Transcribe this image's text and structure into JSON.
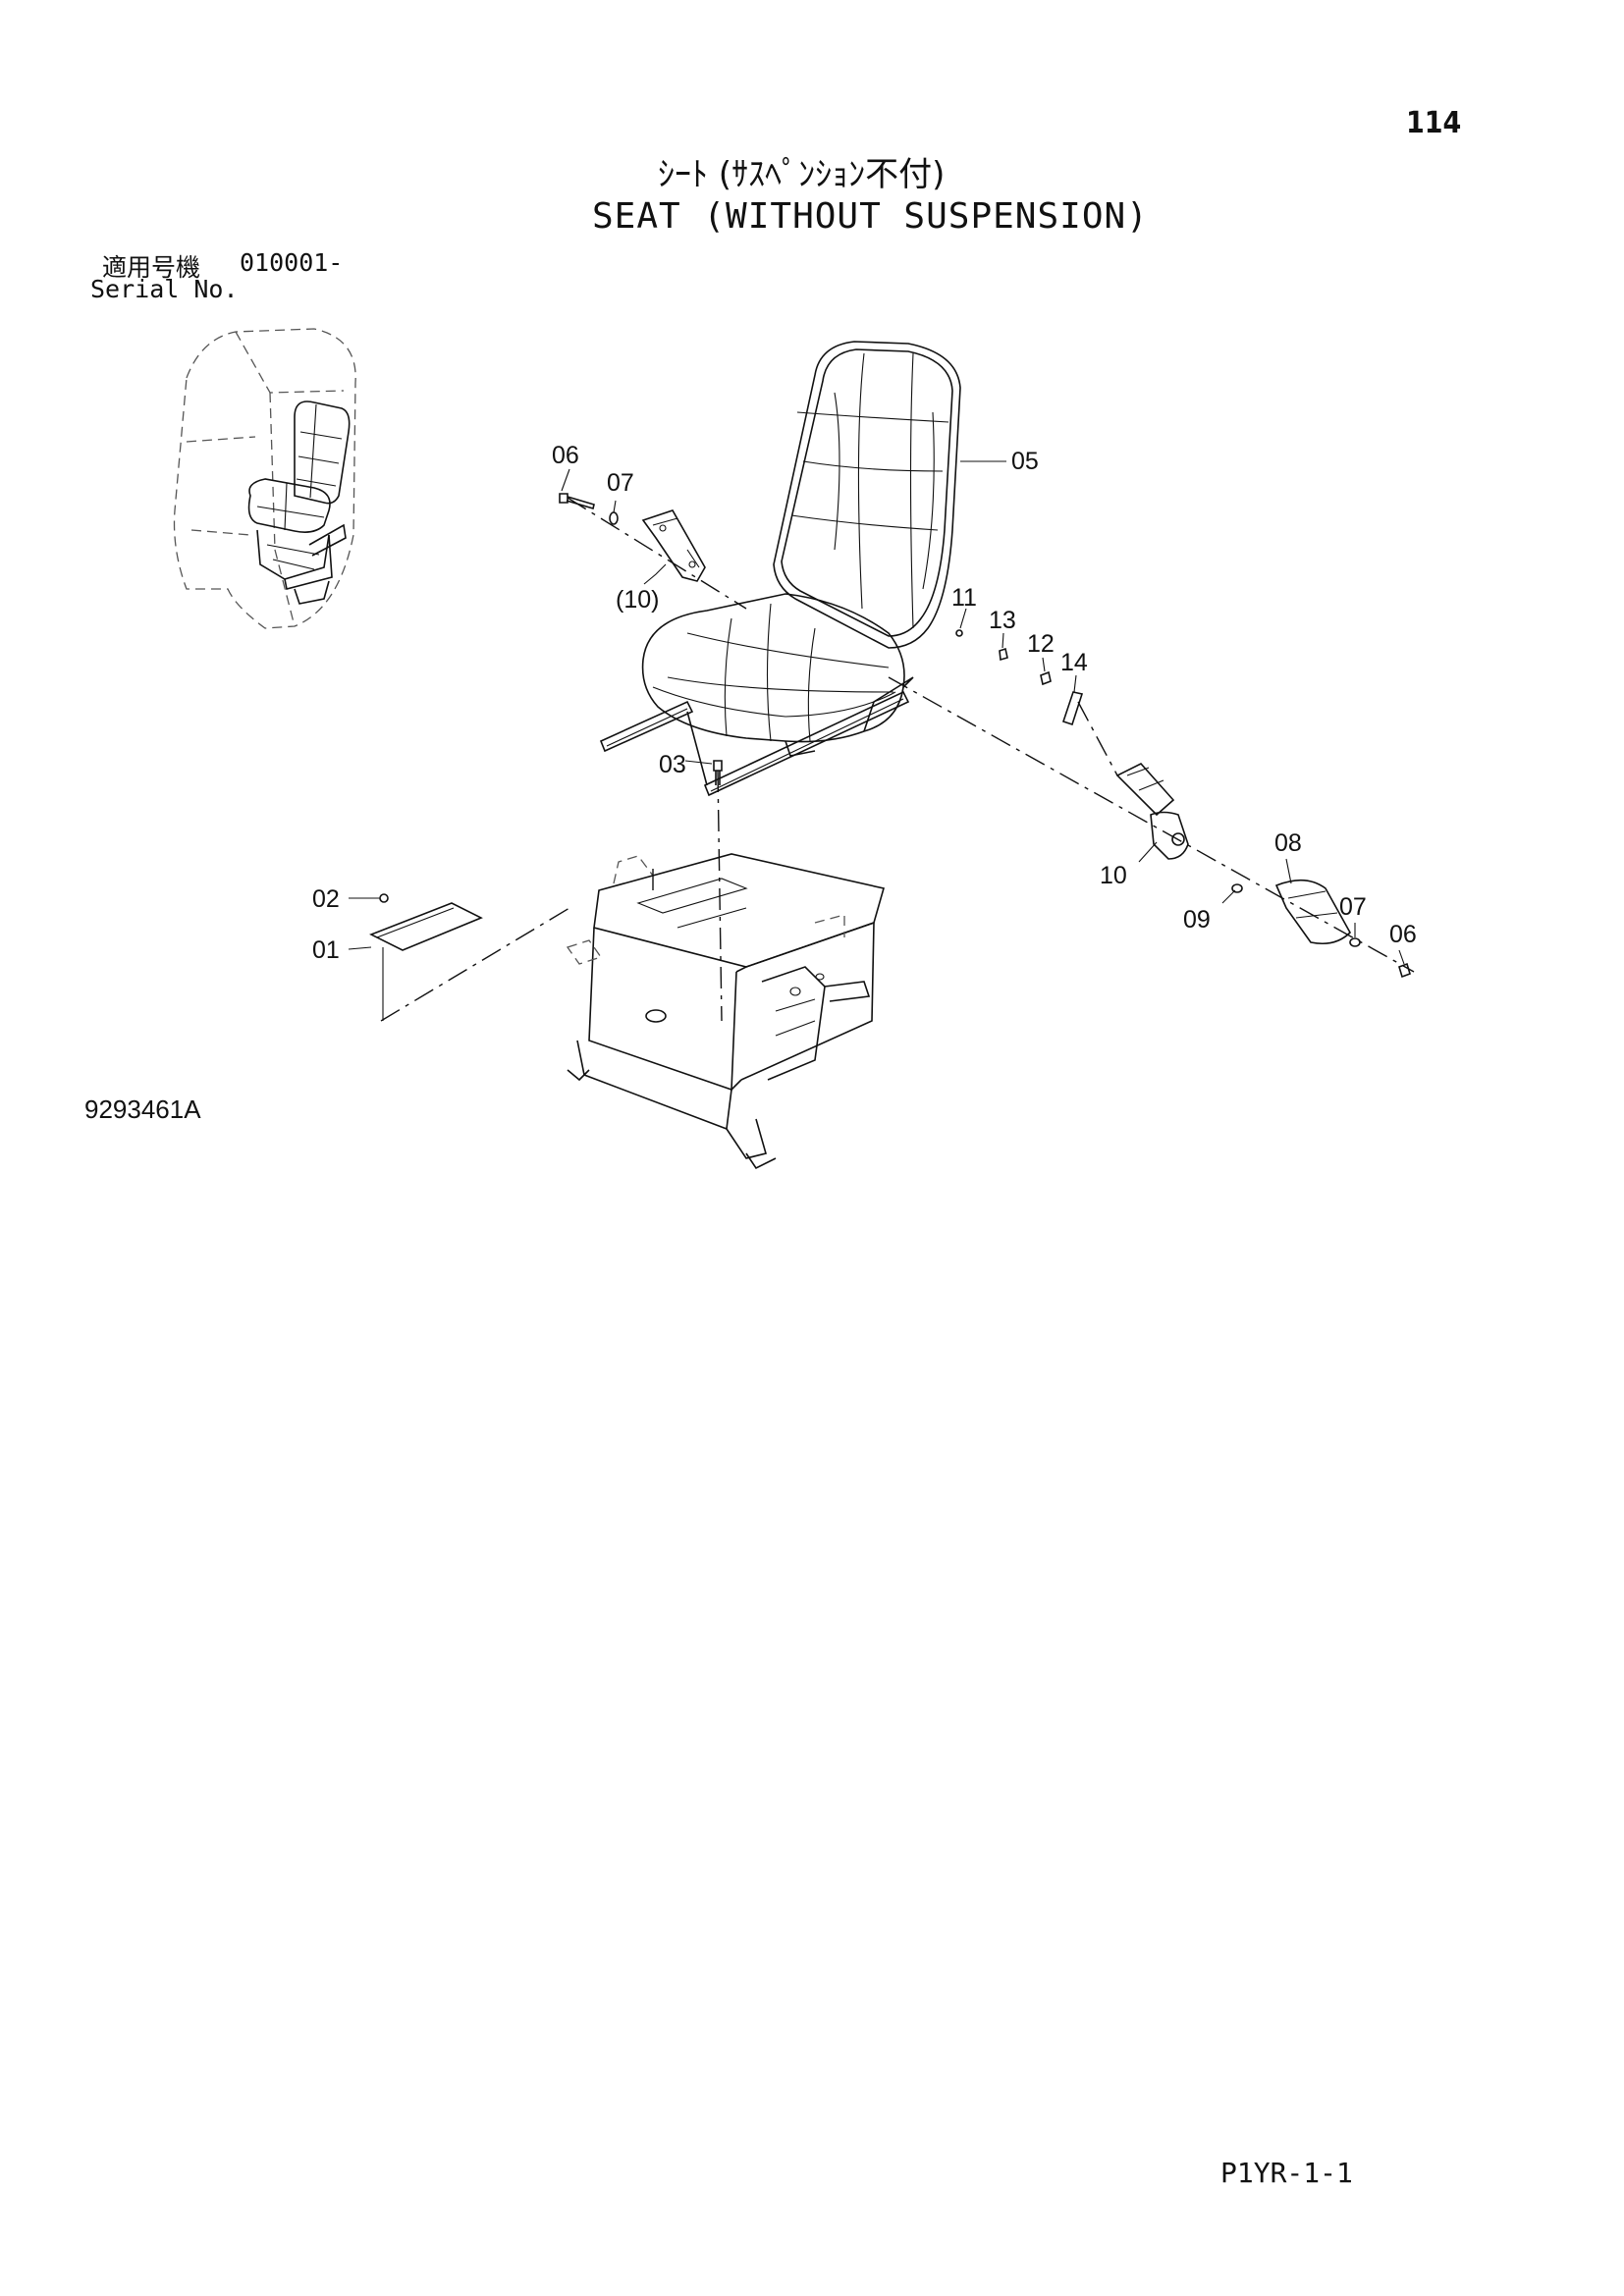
{
  "page_number": "114",
  "title_jp": "ｼｰﾄ (ｻｽﾍﾟﾝｼｮﾝ不付)",
  "title_en": "SEAT (WITHOUT SUSPENSION)",
  "serial": {
    "label_jp": "適用号機",
    "range": "010001-",
    "label_en": "Serial No."
  },
  "callouts": {
    "c01": "01",
    "c02": "02",
    "c03": "03",
    "c05": "05",
    "c06a": "06",
    "c07a": "07",
    "c10a": "(10)",
    "c11": "11",
    "c13": "13",
    "c12": "12",
    "c14": "14",
    "c08": "08",
    "c10b": "10",
    "c09": "09",
    "c07b": "07",
    "c06b": "06"
  },
  "drawing_number": "9293461A",
  "sheet_code": "P1YR-1-1"
}
